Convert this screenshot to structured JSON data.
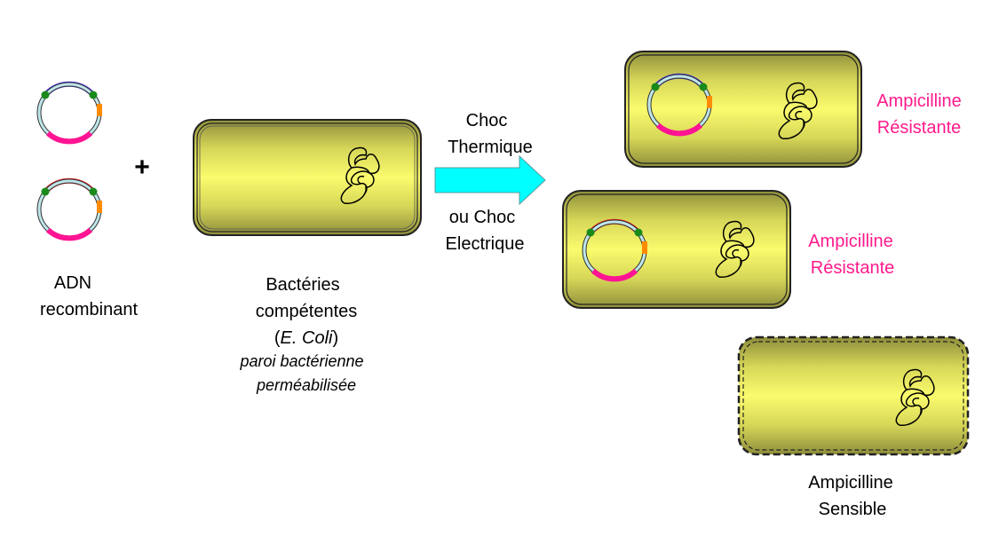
{
  "colors": {
    "cell_fill": "#f8f86a",
    "cell_edge": "#8e8e3c",
    "resistant_text": "#ff1a8c",
    "arrow": "#00ffff",
    "plasmid_pink": "#ff1493",
    "plasmid_green": "#1a8a1a",
    "plasmid_orange": "#ff8c00",
    "insert_blue": "#4422ee",
    "insert_red": "#ee1111"
  },
  "dna": {
    "label_line1": "ADN",
    "label_line2": "recombinant"
  },
  "plus": "+",
  "bacteria": {
    "line1": "Bactéries",
    "line2": "compétentes",
    "line3_open": "(",
    "line3_italic": "E. Coli",
    "line3_close": ")",
    "line4": "paroi bactérienne",
    "line5": "perméabilisée"
  },
  "arrow": {
    "top_line1": "Choc",
    "top_line2": "Thermique",
    "bottom_line1": "ou Choc",
    "bottom_line2": "Electrique"
  },
  "results": [
    {
      "line1": "Ampicilline",
      "line2": "Résistante"
    },
    {
      "line1": "Ampicilline",
      "line2": "Résistante"
    },
    {
      "line1": "Ampicilline",
      "line2": "Sensible"
    }
  ]
}
